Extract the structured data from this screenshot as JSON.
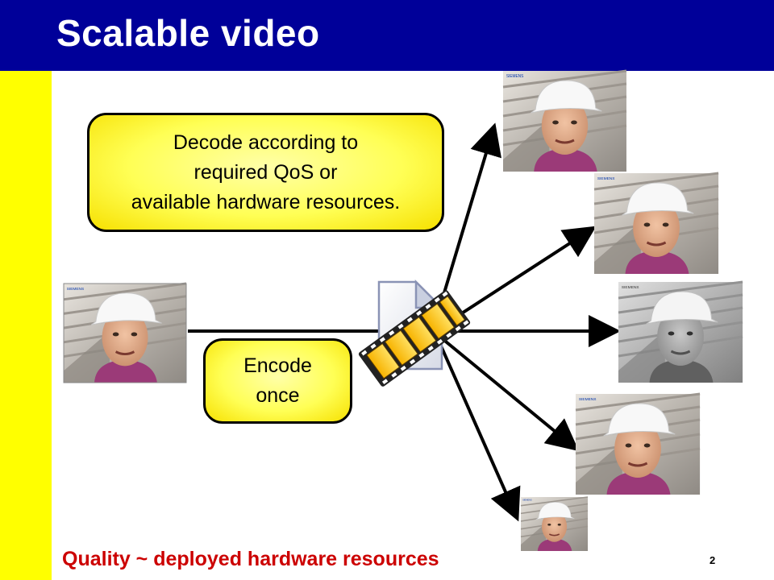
{
  "slide": {
    "title": "Scalable video",
    "callouts": {
      "decode": [
        "Decode according to",
        "required QoS or",
        "available hardware resources."
      ],
      "encode": [
        "Encode",
        "once"
      ]
    },
    "footer": "Quality  ~ deployed hardware resources",
    "slide_number": "2",
    "thumbnail_logo": "SIEMENS",
    "icons": [
      "video-file-icon"
    ],
    "colors": {
      "header": "#000099",
      "sidebar": "#ffff00",
      "callout_fill": "#ffff55",
      "footer_text": "#cc0000"
    }
  }
}
